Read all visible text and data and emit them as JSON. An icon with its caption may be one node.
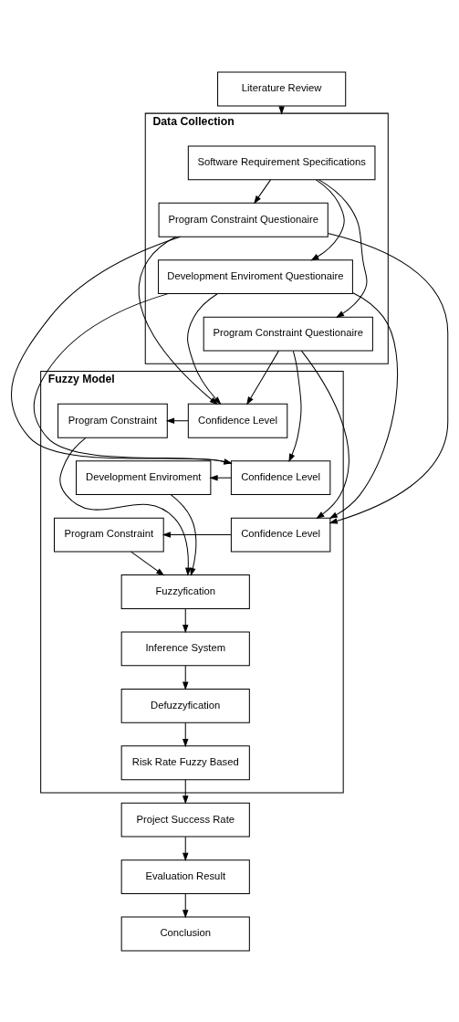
{
  "diagram": {
    "nodes": [
      {
        "text": [
          "Literature Review"
        ]
      },
      {
        "text": [
          "Data Collection"
        ]
      },
      {
        "text": [
          "Software Requirement Specifications"
        ],
        "in": 1
      },
      {
        "text": [
          "Program Constraint Questionaire"
        ],
        "in": 1
      },
      {
        "text": [
          "Development Enviroment Questionaire"
        ],
        "in": 1
      },
      {
        "text": [
          "Program Constraint Questionaire"
        ],
        "in": 1
      },
      {
        "text": [
          "Fuzzy Model"
        ]
      },
      {
        "text": [
          "Confidence Level"
        ],
        "in": 6
      },
      {
        "text": [
          "Program Constraint"
        ],
        "in": 6
      },
      {
        "text": [
          "Confidence Level"
        ],
        "in": 6
      },
      {
        "text": [
          "Development Enviroment"
        ],
        "in": 6
      },
      {
        "text": [
          "Confidence Level"
        ],
        "in": 6
      },
      {
        "text": [
          "Program Constraint"
        ],
        "in": 6
      },
      {
        "text": [
          "Fuzzyfication"
        ],
        "in": 6
      },
      {
        "text": [
          "Inference System"
        ],
        "in": 6
      },
      {
        "text": [
          "Defuzzyfication"
        ],
        "in": 6
      },
      {
        "text": [
          "Risk Rate Fuzzy Based"
        ],
        "in": 6
      },
      {
        "text": [
          "Project Success Rate"
        ]
      },
      {
        "text": [
          "Evaluation Result"
        ]
      },
      {
        "text": [
          "Conclusion"
        ]
      }
    ],
    "edges": [
      {
        "from": 0,
        "to": 1,
        "arrow": "to"
      },
      {
        "from": 2,
        "to": 3,
        "arrow": "to"
      },
      {
        "from": 2,
        "to": 4,
        "arrow": "to"
      },
      {
        "from": 2,
        "to": 5,
        "arrow": "to"
      },
      {
        "from": 3,
        "to": 7,
        "arrow": "to"
      },
      {
        "from": 3,
        "to": 9,
        "arrow": "to"
      },
      {
        "from": 3,
        "to": 11,
        "arrow": "to"
      },
      {
        "from": 4,
        "to": 7,
        "arrow": "to"
      },
      {
        "from": 4,
        "to": 9,
        "arrow": "to"
      },
      {
        "from": 4,
        "to": 11,
        "arrow": "to"
      },
      {
        "from": 5,
        "to": 7,
        "arrow": "to"
      },
      {
        "from": 5,
        "to": 9,
        "arrow": "to"
      },
      {
        "from": 5,
        "to": 11,
        "arrow": "to"
      },
      {
        "from": 7,
        "to": 8,
        "arrow": "to"
      },
      {
        "from": 9,
        "to": 10,
        "arrow": "to"
      },
      {
        "from": 11,
        "to": 12,
        "arrow": "to"
      },
      {
        "from": 8,
        "to": 13,
        "arrow": "to"
      },
      {
        "from": 10,
        "to": 13,
        "arrow": "to"
      },
      {
        "from": 12,
        "to": 13,
        "arrow": "to"
      },
      {
        "from": 13,
        "to": 14,
        "arrow": "to"
      },
      {
        "from": 14,
        "to": 15,
        "arrow": "to"
      },
      {
        "from": 15,
        "to": 16,
        "arrow": "to"
      },
      {
        "from": 16,
        "to": 17,
        "arrow": "to"
      },
      {
        "from": 17,
        "to": 18,
        "arrow": "to"
      },
      {
        "from": 18,
        "to": 19,
        "arrow": "to"
      }
    ]
  }
}
